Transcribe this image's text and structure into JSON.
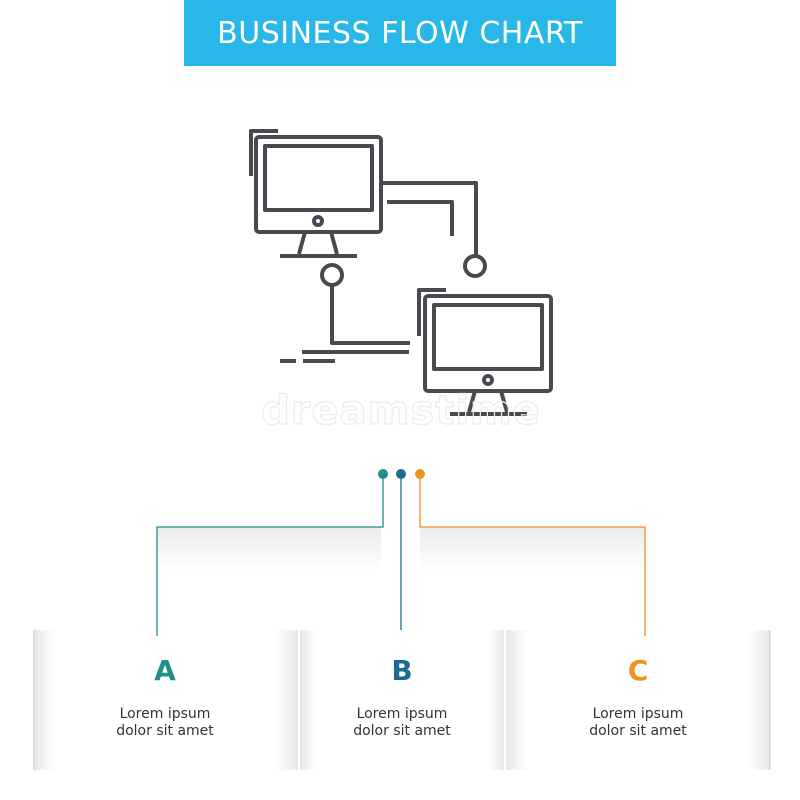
{
  "title": "BUSINESS FLOW CHART",
  "colors": {
    "banner": "#29b6e8",
    "icon_stroke": "#4a4950",
    "teal": "#1f8f88",
    "blue": "#1d6a93",
    "orange": "#f0931e"
  },
  "icon": "two-networked-computers-icon",
  "watermark": "dreamstime",
  "steps": [
    {
      "letter": "A",
      "line1": "Lorem ipsum",
      "line2": "dolor sit amet",
      "color": "#1f8f88"
    },
    {
      "letter": "B",
      "line1": "Lorem ipsum",
      "line2": "dolor sit amet",
      "color": "#1d6a93"
    },
    {
      "letter": "C",
      "line1": "Lorem ipsum",
      "line2": "dolor sit amet",
      "color": "#f0931e"
    }
  ]
}
